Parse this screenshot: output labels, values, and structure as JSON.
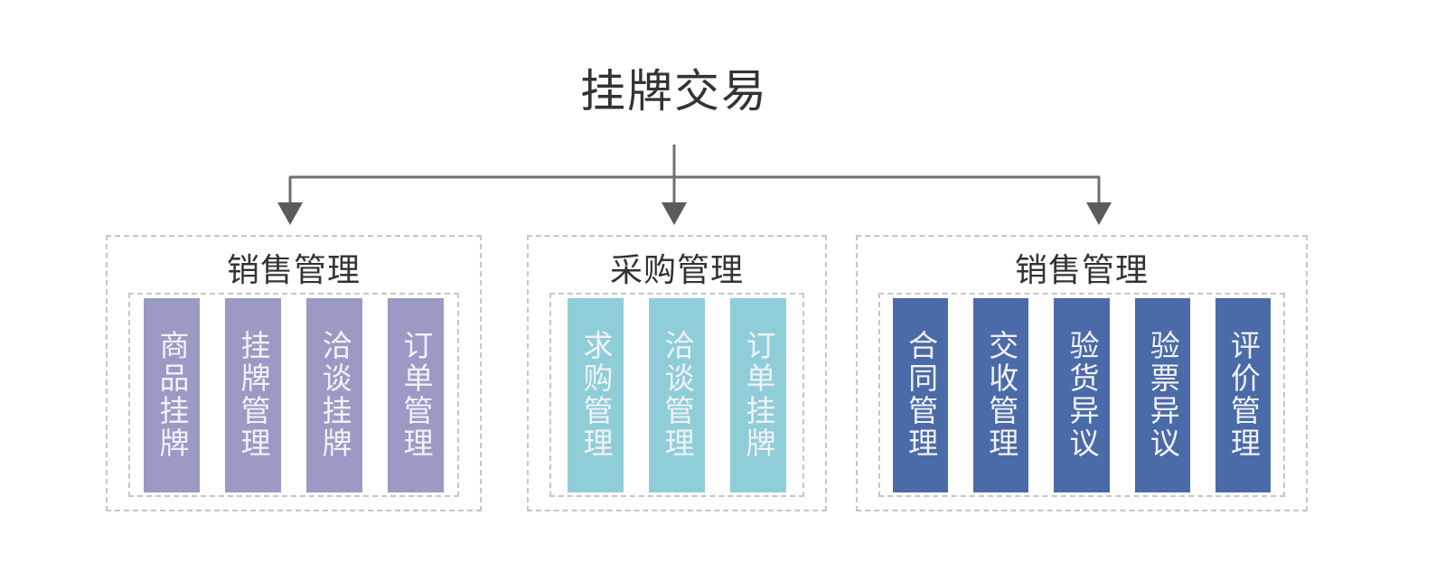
{
  "diagram": {
    "root": {
      "title": "挂牌交易"
    },
    "theme": {
      "background": "#ffffff",
      "title_color": "#333333",
      "connector_color": "#6f6f6f",
      "dashed_border_color": "#c6c6c6",
      "cell_text_color": "#f1f2f6"
    },
    "connector": {
      "arrow_icon": "arrow-down-icon",
      "branch_count": 3
    },
    "groups": [
      {
        "id": "sales-listing",
        "title": "销售管理",
        "color": "#9a9ac5",
        "items": [
          {
            "label": "商品挂牌"
          },
          {
            "label": "挂牌管理"
          },
          {
            "label": "洽谈挂牌"
          },
          {
            "label": "订单管理"
          }
        ]
      },
      {
        "id": "purchase",
        "title": "采购管理",
        "color": "#8fcdd9",
        "items": [
          {
            "label": "求购管理"
          },
          {
            "label": "洽谈管理"
          },
          {
            "label": "订单挂牌"
          }
        ]
      },
      {
        "id": "sales-fulfilment",
        "title": "销售管理",
        "color": "#4a6aa8",
        "items": [
          {
            "label": "合同管理"
          },
          {
            "label": "交收管理"
          },
          {
            "label": "验货异议"
          },
          {
            "label": "验票异议"
          },
          {
            "label": "评价管理"
          }
        ]
      }
    ]
  }
}
